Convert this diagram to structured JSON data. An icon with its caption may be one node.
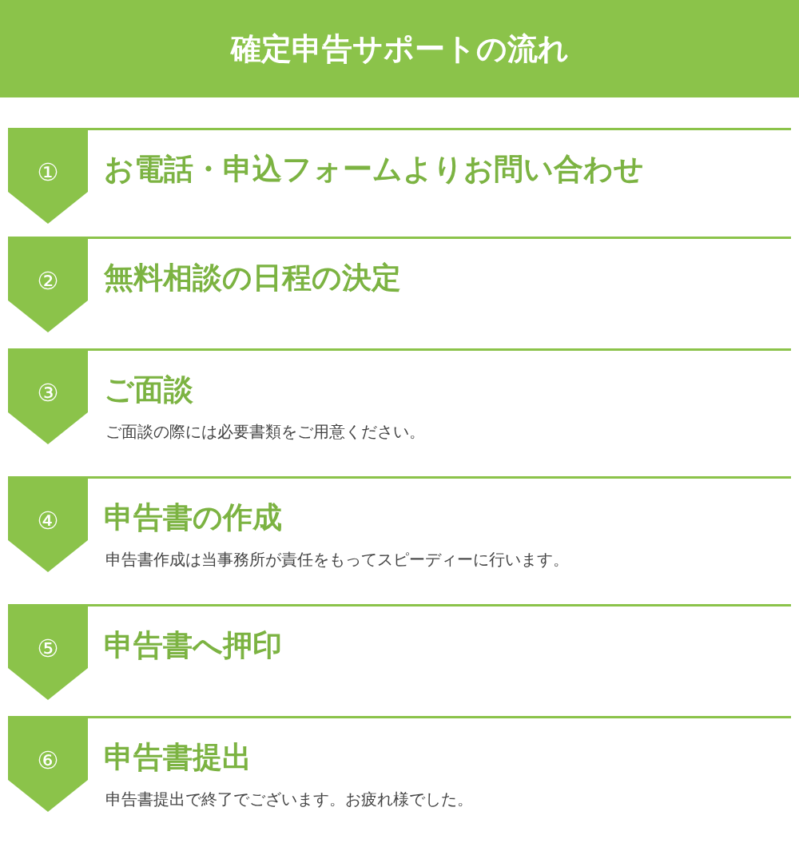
{
  "diagram": {
    "title": "確定申告サポートの流れ",
    "nodes": [
      {
        "text": [
          "①",
          "お電話・申込フォームよりお問い合わせ"
        ]
      },
      {
        "text": [
          "②",
          "無料相談の日程の決定"
        ]
      },
      {
        "text": [
          "③",
          "ご面談",
          "ご面談の際には必要書類をご用意ください。"
        ]
      },
      {
        "text": [
          "④",
          "申告書の作成",
          "申告書作成は当事務所が責任をもってスピーディーに行います。"
        ]
      },
      {
        "text": [
          "⑤",
          "申告書へ押印"
        ]
      },
      {
        "text": [
          "⑥",
          "申告書提出",
          "申告書提出で終了でございます。お疲れ様でした。"
        ]
      }
    ]
  }
}
